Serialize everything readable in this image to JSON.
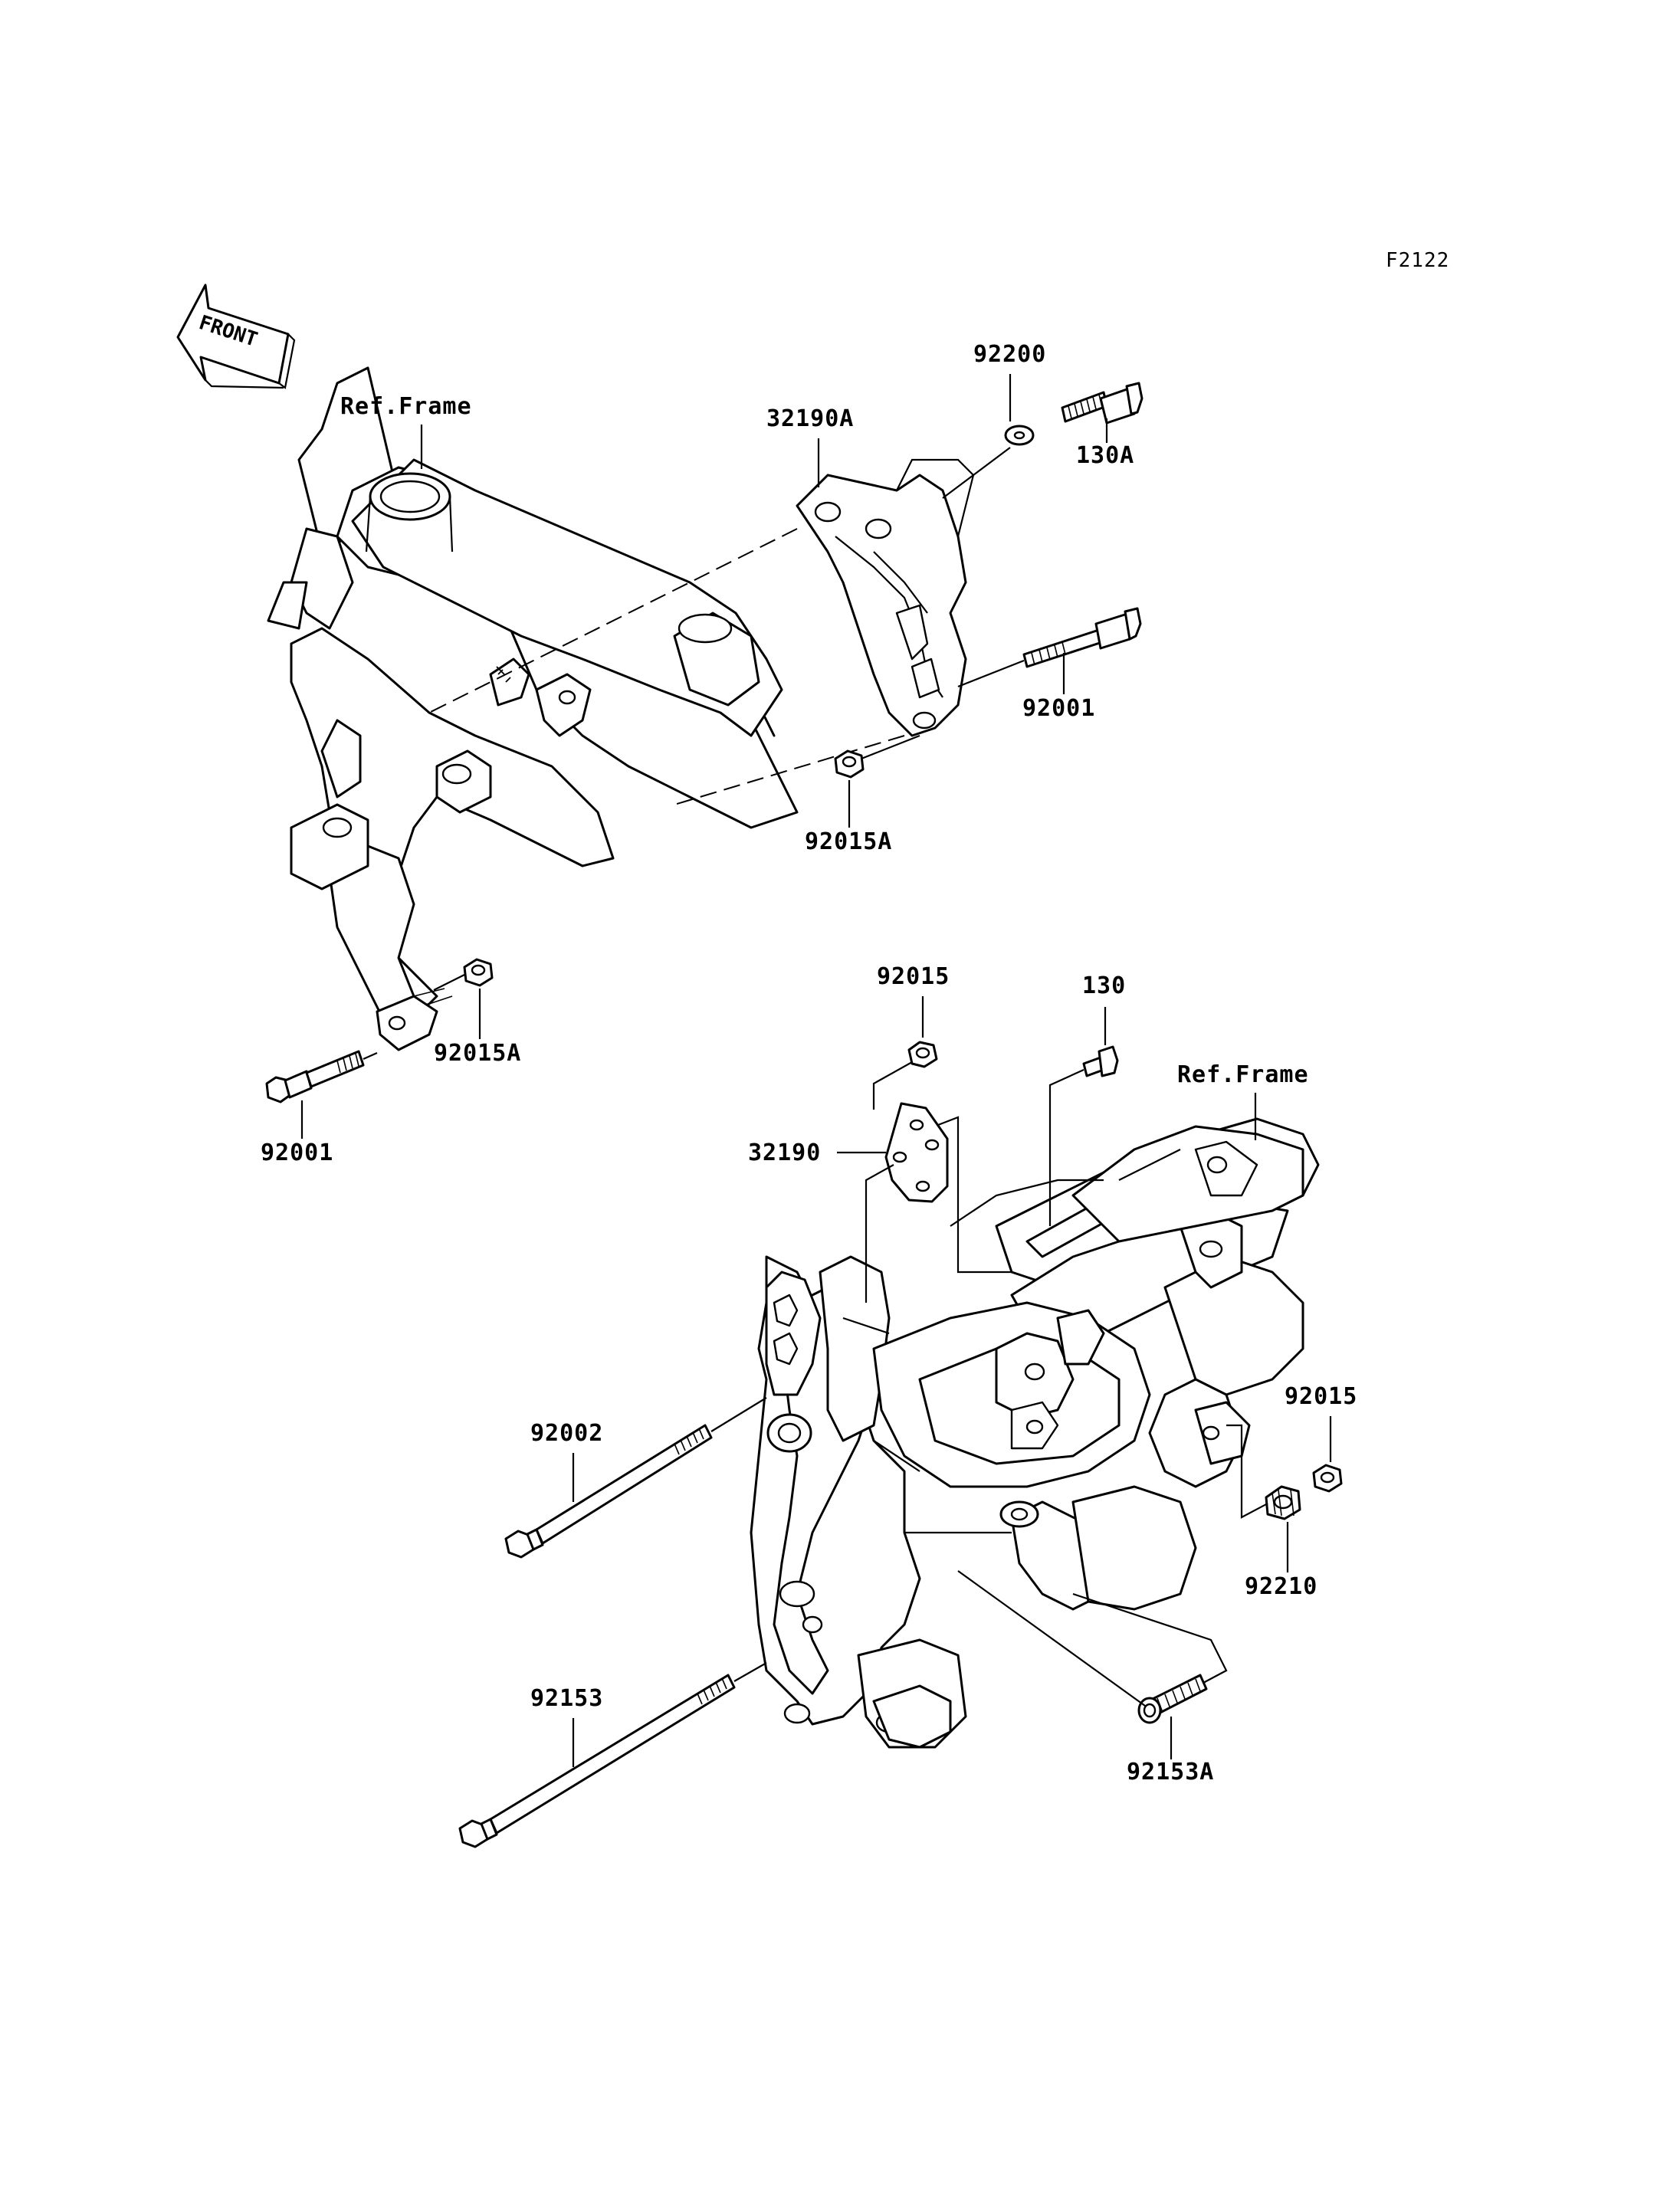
{
  "diagram": {
    "code": "F2122",
    "front": "FRONT",
    "refs": {
      "ref_frame_top": "Ref.Frame",
      "ref_frame_bottom": "Ref.Frame"
    },
    "parts": {
      "p_92200": "92200",
      "p_32190A": "32190A",
      "p_130A": "130A",
      "p_92001_top": "92001",
      "p_92015A_top": "92015A",
      "p_92015A_left": "92015A",
      "p_92001_left": "92001",
      "p_92015_top": "92015",
      "p_130": "130",
      "p_32190": "32190",
      "p_92002": "92002",
      "p_92015_right": "92015",
      "p_92210": "92210",
      "p_92153": "92153",
      "p_92153A": "92153A"
    }
  }
}
